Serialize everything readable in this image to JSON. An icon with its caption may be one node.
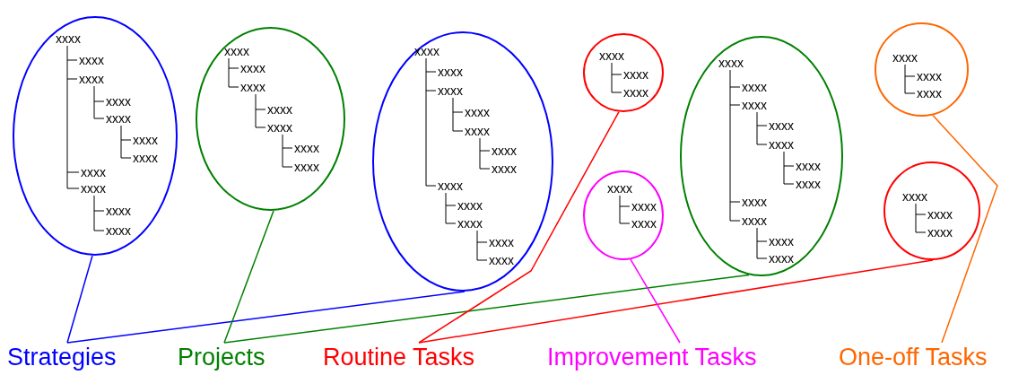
{
  "diagram": {
    "nodes": [
      {
        "text": [
          "xxxx",
          "xxxx",
          "xxxx",
          "xxxx",
          "xxxx",
          "xxxx",
          "xxxx",
          "xxxx",
          "xxxx",
          "xxxx",
          "xxxx"
        ]
      },
      {
        "text": [
          "xxxx",
          "xxxx",
          "xxxx",
          "xxxx",
          "xxxx",
          "xxxx",
          "xxxx"
        ]
      },
      {
        "text": [
          "xxxx",
          "xxxx",
          "xxxx",
          "xxxx",
          "xxxx",
          "xxxx",
          "xxxx",
          "xxxx",
          "xxxx",
          "xxxx",
          "xxxx",
          "xxxx"
        ]
      },
      {
        "text": [
          "xxxx",
          "xxxx",
          "xxxx"
        ]
      },
      {
        "text": [
          "xxxx",
          "xxxx",
          "xxxx"
        ]
      },
      {
        "text": [
          "xxxx",
          "xxxx",
          "xxxx",
          "xxxx",
          "xxxx",
          "xxxx",
          "xxxx",
          "xxxx",
          "xxxx",
          "xxxx",
          "xxxx"
        ]
      },
      {
        "text": [
          "xxxx",
          "xxxx",
          "xxxx"
        ]
      },
      {
        "text": [
          "xxxx",
          "xxxx",
          "xxxx"
        ]
      },
      {
        "text": [
          "Strategies"
        ]
      },
      {
        "text": [
          "Projects"
        ]
      },
      {
        "text": [
          "Routine Tasks"
        ]
      },
      {
        "text": [
          "Improvement Tasks"
        ]
      },
      {
        "text": [
          "One-off Tasks"
        ]
      }
    ],
    "edges": [
      {
        "from": 0,
        "to": 8,
        "arrow": "none",
        "color": "#0000ff"
      },
      {
        "from": 2,
        "to": 8,
        "arrow": "none",
        "color": "#0000ff"
      },
      {
        "from": 1,
        "to": 9,
        "arrow": "none",
        "color": "#008000"
      },
      {
        "from": 5,
        "to": 9,
        "arrow": "none",
        "color": "#008000"
      },
      {
        "from": 3,
        "to": 10,
        "arrow": "none",
        "color": "#ff0000"
      },
      {
        "from": 7,
        "to": 10,
        "arrow": "none",
        "color": "#ff0000"
      },
      {
        "from": 4,
        "to": 11,
        "arrow": "none",
        "color": "#ff00ff"
      },
      {
        "from": 6,
        "to": 12,
        "arrow": "none",
        "color": "#ff6600"
      }
    ]
  }
}
